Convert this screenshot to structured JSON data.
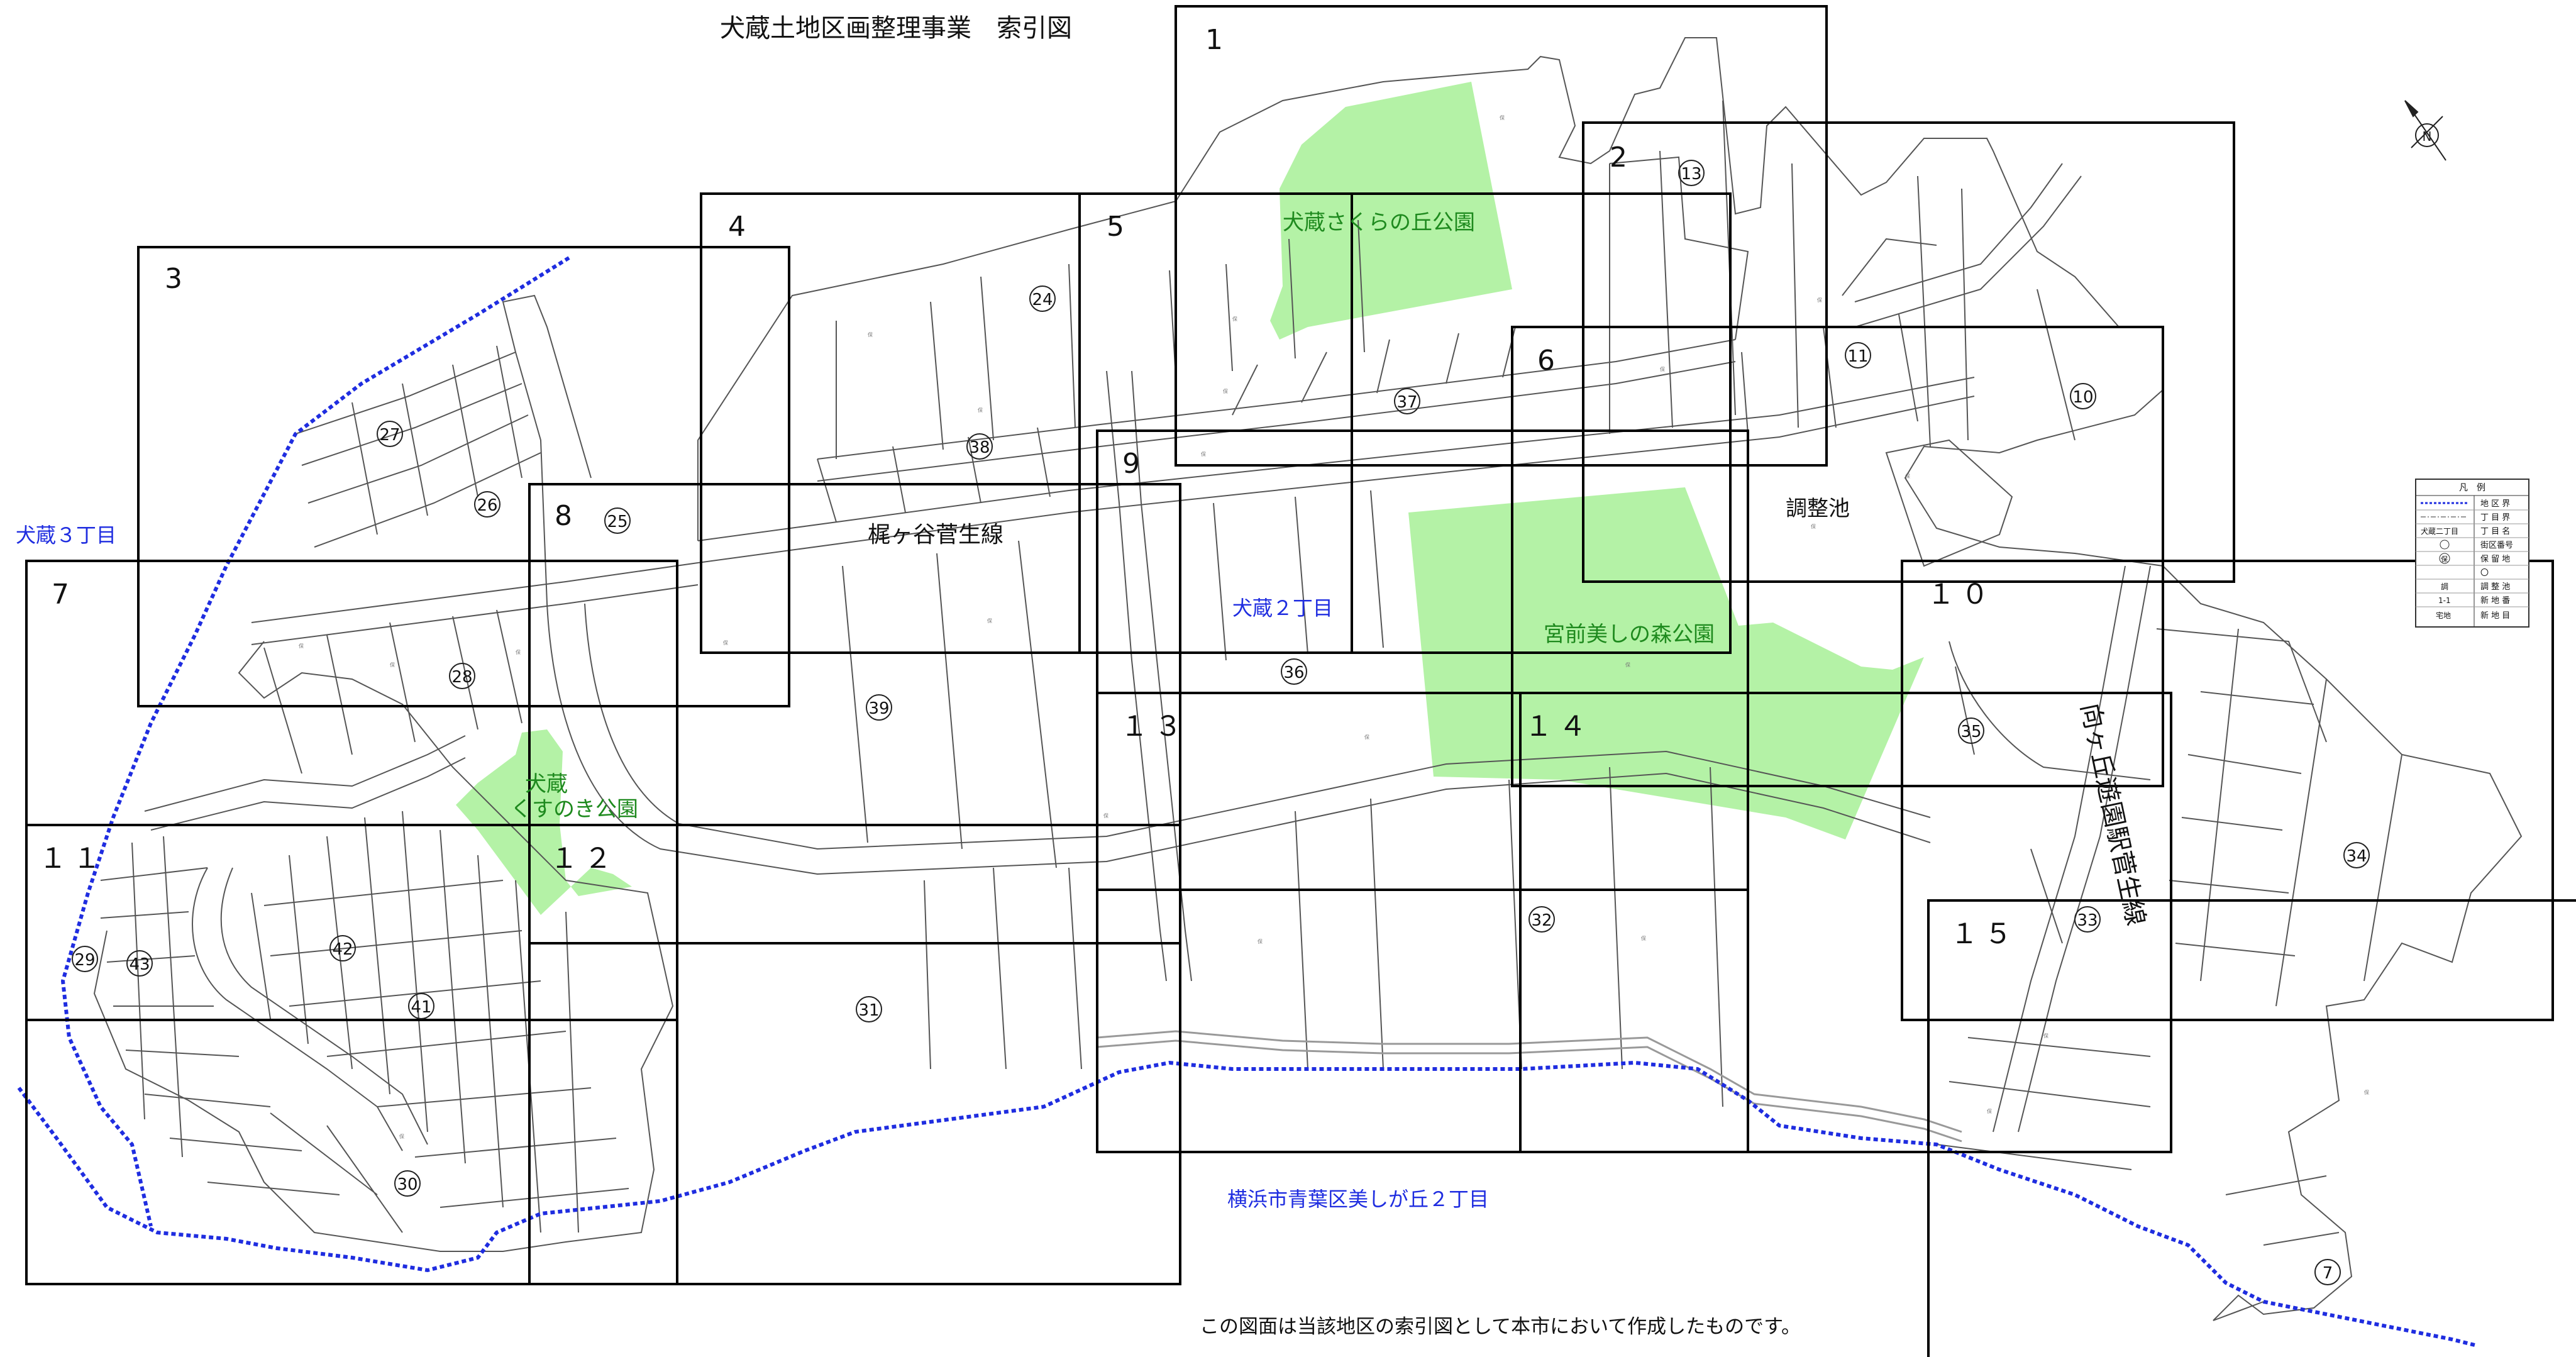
{
  "title": "犬蔵土地区画整理事業　索引図",
  "footer_note": "この図面は当該地区の索引図として本市において作成したものです。",
  "colors": {
    "park_fill": "#b4f2a6",
    "boundary_blue": "#1f2de0",
    "index_frame": "#000000",
    "parcel_line": "#555555",
    "park_label": "#1e8a1e",
    "district_label": "#1f2de0"
  },
  "index_sheets": [
    {
      "number": "1"
    },
    {
      "number": "2"
    },
    {
      "number": "3"
    },
    {
      "number": "4"
    },
    {
      "number": "5"
    },
    {
      "number": "6"
    },
    {
      "number": "7"
    },
    {
      "number": "8"
    },
    {
      "number": "9"
    },
    {
      "number": "１０"
    },
    {
      "number": "１１"
    },
    {
      "number": "１２"
    },
    {
      "number": "１３"
    },
    {
      "number": "１４"
    },
    {
      "number": "１５"
    }
  ],
  "parks": [
    {
      "name": "犬蔵さくらの丘公園"
    },
    {
      "name": "宮前美しの森公園"
    },
    {
      "name_line1": "犬蔵",
      "name_line2": "くすのき公園"
    }
  ],
  "districts": [
    {
      "name": "犬蔵３丁目"
    },
    {
      "name": "犬蔵２丁目"
    },
    {
      "name": "横浜市青葉区美しが丘２丁目"
    }
  ],
  "features": {
    "regulating_pond": "調整池",
    "road_kajigaya": "梶ヶ谷菅生線",
    "road_mukogaoka": "向ヶ丘遊園駅菅生線"
  },
  "block_numbers": [
    "7",
    "10",
    "11",
    "13",
    "24",
    "25",
    "26",
    "27",
    "28",
    "29",
    "30",
    "31",
    "32",
    "33",
    "34",
    "35",
    "36",
    "37",
    "38",
    "39",
    "41",
    "42",
    "43"
  ],
  "legend": {
    "title": "凡　例",
    "rows": [
      {
        "label": "地 区 界"
      },
      {
        "label": "丁 目 界"
      },
      {
        "label": "丁 目 名",
        "sample": "犬蔵二丁目"
      },
      {
        "label": "街区番号"
      },
      {
        "label": "保 留 地",
        "sample": "保"
      },
      {
        "label": "〇"
      },
      {
        "label": "調 整 池",
        "sample": "調"
      },
      {
        "label": "新 地 番",
        "sample": "1-1"
      },
      {
        "label": "新 地 目",
        "sample": "宅地"
      }
    ]
  },
  "north_arrow_icon": "compass-north-arrow-icon"
}
